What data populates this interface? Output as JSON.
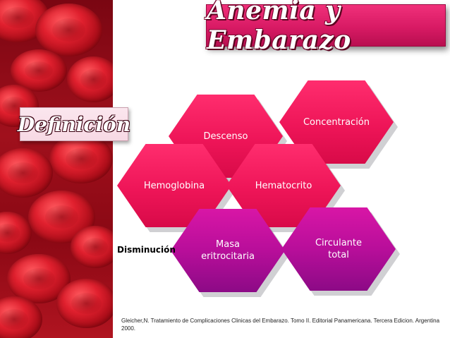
{
  "slide": {
    "title": "Anemia y Embarazo",
    "section_label": "Definición",
    "side_label": "Disminución",
    "citation": "Gleicher,N. Tratamiento de Complicaciones Clinicas del Embarazo. Tomo II. Editorial Panamericana. Tercera Edicion. Argentina 2000."
  },
  "hexagons": [
    {
      "label": "Descenso",
      "color": "pink"
    },
    {
      "label": "Concentración",
      "color": "pink"
    },
    {
      "label": "Hemoglobina",
      "color": "pink"
    },
    {
      "label": "Hematocrito",
      "color": "pink"
    },
    {
      "label": "Masa\neritrocitaria",
      "color": "purple"
    },
    {
      "label": "Circulante\ntotal",
      "color": "purple"
    }
  ],
  "colors": {
    "banner_pink": "#e01f6a",
    "hex_pink": "#f01a5c",
    "hex_purple": "#b80e9a",
    "blood_red": "#c0101e"
  }
}
